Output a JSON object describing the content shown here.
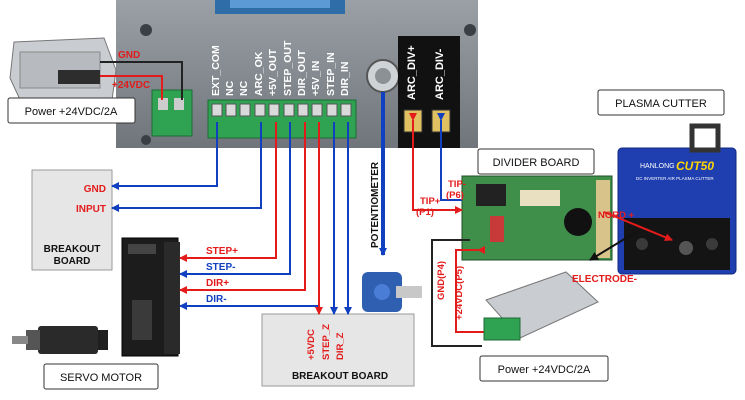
{
  "controller": {
    "terminal_labels": [
      "EXT_COM",
      "NC",
      "NC",
      "ARC_OK",
      "+5V_OUT",
      "STEP_OUT",
      "DIR_OUT",
      "+5V_IN",
      "STEP_IN",
      "DIR_IN"
    ],
    "arc_labels": [
      "ARC_DIV+",
      "ARC_DIV-"
    ]
  },
  "power_top": {
    "label": "Power +24VDC/2A",
    "gnd": "GND",
    "v24": "+24VDC"
  },
  "breakout_left": {
    "gnd": "GND",
    "input": "INPUT",
    "title_line1": "BREAKOUT",
    "title_line2": "BOARD"
  },
  "servo_driver": {
    "signals": [
      "STEP+",
      "STEP-",
      "DIR+",
      "DIR-"
    ]
  },
  "servo_motor": {
    "label": "SERVO MOTOR"
  },
  "potentiometer": {
    "label": "POTENTIOMETER"
  },
  "breakout_bottom": {
    "title": "BREAKOUT BOARD",
    "signals": [
      "+5VDC",
      "STEP_Z",
      "DIR_Z"
    ]
  },
  "divider": {
    "title": "DIVIDER BOARD",
    "tip_plus_1": "TIP+",
    "tip_plus_2": "(P1)",
    "tip_minus_1": "TIP-",
    "tip_minus_2": "(P6)",
    "gnd_p4": "GND(P4)",
    "v24_p5": "+24VDC(P5)"
  },
  "plasma": {
    "title": "PLASMA CUTTER",
    "brand": "HANLONG",
    "model": "CUT50",
    "sub": "DC INVERTER AIR PLASMA CUTTER",
    "nord": "NORD +",
    "electrode": "ELECTRODE-"
  },
  "power_bottom": {
    "label": "Power +24VDC/2A"
  },
  "colors": {
    "red_wire": "#e31b1b",
    "blue_wire": "#1040c0",
    "terminal_green": "#2fa352",
    "controller_body": "#8a9096"
  }
}
